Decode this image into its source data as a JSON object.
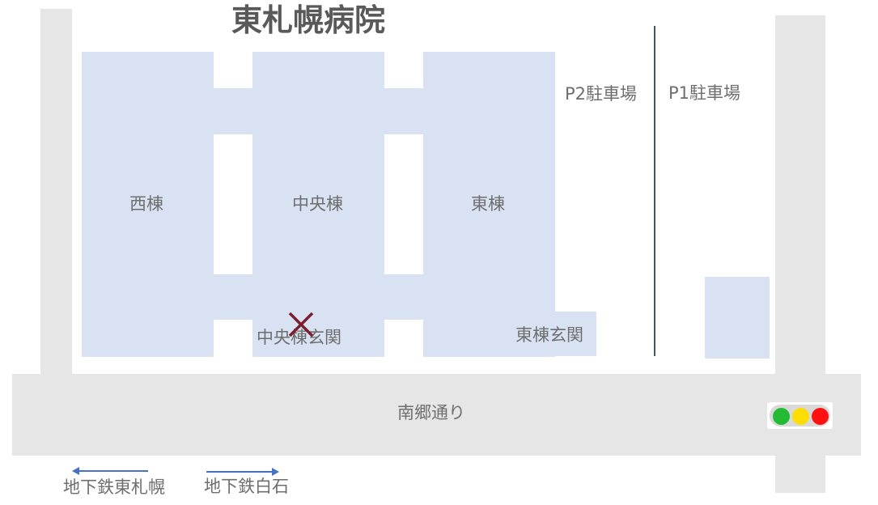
{
  "map": {
    "title": "東札幌病院",
    "buildings": {
      "west": "西棟",
      "central": "中央棟",
      "east": "東棟"
    },
    "entrances": {
      "central": "中央棟玄関",
      "east": "東棟玄関"
    },
    "parking": {
      "p2": "P2駐車場",
      "p1": "P1駐車場"
    },
    "road": "南郷通り",
    "directions": {
      "left": "地下鉄東札幌",
      "right": "地下鉄白石"
    },
    "colors": {
      "building": "#d9e2f3",
      "road": "#e7e6e6",
      "marker": "#7b1f2e",
      "divider": "#44546a",
      "arrow": "#4472c4",
      "signal_green": "#22bb33",
      "signal_yellow": "#ffdd00",
      "signal_red": "#ff1111"
    },
    "icons": {
      "entrance_marker": "x-mark-icon",
      "traffic_signal": "traffic-light-icon",
      "left_arrow": "arrow-left-icon",
      "right_arrow": "arrow-right-icon"
    }
  }
}
